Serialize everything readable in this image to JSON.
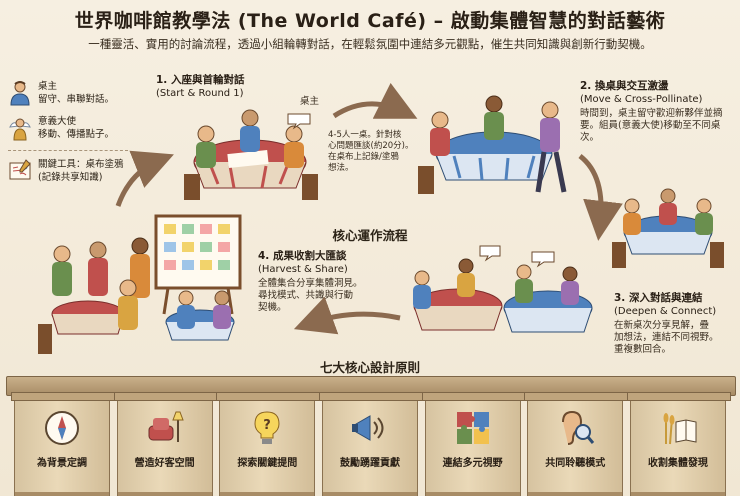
{
  "header": {
    "title": "世界咖啡館教學法 (The World Café) – 啟動集體智慧的對話藝術",
    "subtitle": "一種靈活、實用的討論流程，透過小組輪轉對話，在輕鬆氛圍中連結多元觀點，催生共同知識與創新行動契機。"
  },
  "legend": {
    "host_title": "桌主",
    "host_desc": "留守、串聯對話。",
    "ambassador_title": "意義大使",
    "ambassador_desc": "移動、傳播點子。",
    "tool_line1": "關鍵工具：桌布塗鴉",
    "tool_line2": "(記錄共享知識)"
  },
  "steps": {
    "s1_title": "1. 入座與首輪對話",
    "s1_en": "(Start & Round 1)",
    "s1_host_tag": "桌主",
    "s1_note": [
      "4-5人一桌。針對核",
      "心問題匯談(約20分)。",
      "在桌布上記錄/塗鴉",
      "想法。"
    ],
    "s2_title": "2. 換桌與交互激盪",
    "s2_en": "(Move & Cross-Pollinate)",
    "s2_desc": [
      "時間到，桌主留守歡迎新夥伴並摘",
      "要。組員(意義大使)移動至不同桌",
      "次。"
    ],
    "s3_title": "3. 深入對話與連結",
    "s3_en": "(Deepen & Connect)",
    "s3_desc": [
      "在新桌次分享見解，疊",
      "加想法，連結不同視野。",
      "重複數回合。"
    ],
    "s4_title": "4. 成果收割大匯談",
    "s4_en": "(Harvest & Share)",
    "s4_desc": [
      "全體集合分享集體洞見。",
      "尋找模式、共識與行動",
      "契機。"
    ]
  },
  "core_flow_label": "核心運作流程",
  "principles_title": "七大核心設計原則",
  "principles": [
    {
      "label": "為背景定調",
      "icon": "compass-icon"
    },
    {
      "label": "營造好客空間",
      "icon": "armchair-lamp-icon"
    },
    {
      "label": "探索關鍵提問",
      "icon": "lightbulb-question-icon"
    },
    {
      "label": "鼓勵踴躍貢獻",
      "icon": "megaphone-icon"
    },
    {
      "label": "連結多元視野",
      "icon": "puzzle-icon"
    },
    {
      "label": "共同聆聽模式",
      "icon": "ear-magnifier-icon"
    },
    {
      "label": "收割集體發現",
      "icon": "wheat-book-icon"
    }
  ],
  "colors": {
    "background": "#f3ead8",
    "table_red": "#c0504d",
    "table_blue": "#4f81bd",
    "wood": "#7a4e2c",
    "pillar": "#e2cfac",
    "arrow": "#8b6a4f"
  }
}
